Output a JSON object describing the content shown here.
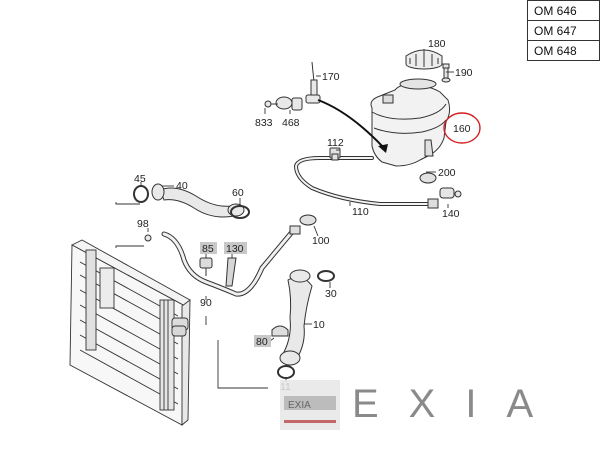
{
  "engine_codes": [
    "OM 646",
    "OM 647",
    "OM 648"
  ],
  "part_labels": {
    "p180": "180",
    "p190": "190",
    "p170": "170",
    "p160": "160",
    "p833": "833",
    "p468": "468",
    "p112": "112",
    "p200": "200",
    "p45": "45",
    "p40": "40",
    "p60": "60",
    "p110": "110",
    "p140": "140",
    "p98": "98",
    "p100": "100",
    "p85": "85",
    "p130": "130",
    "p30": "30",
    "p90": "90",
    "p10": "10",
    "p80": "80",
    "p11": "11"
  },
  "highlighted_part": "160",
  "watermark": {
    "brand": "EXIA",
    "logo_small_text": "EXIA"
  },
  "colors": {
    "highlight_circle": "#d42020",
    "label_box": "#c8c8c8",
    "line": "#222222",
    "watermark": "#8a8a8a"
  }
}
